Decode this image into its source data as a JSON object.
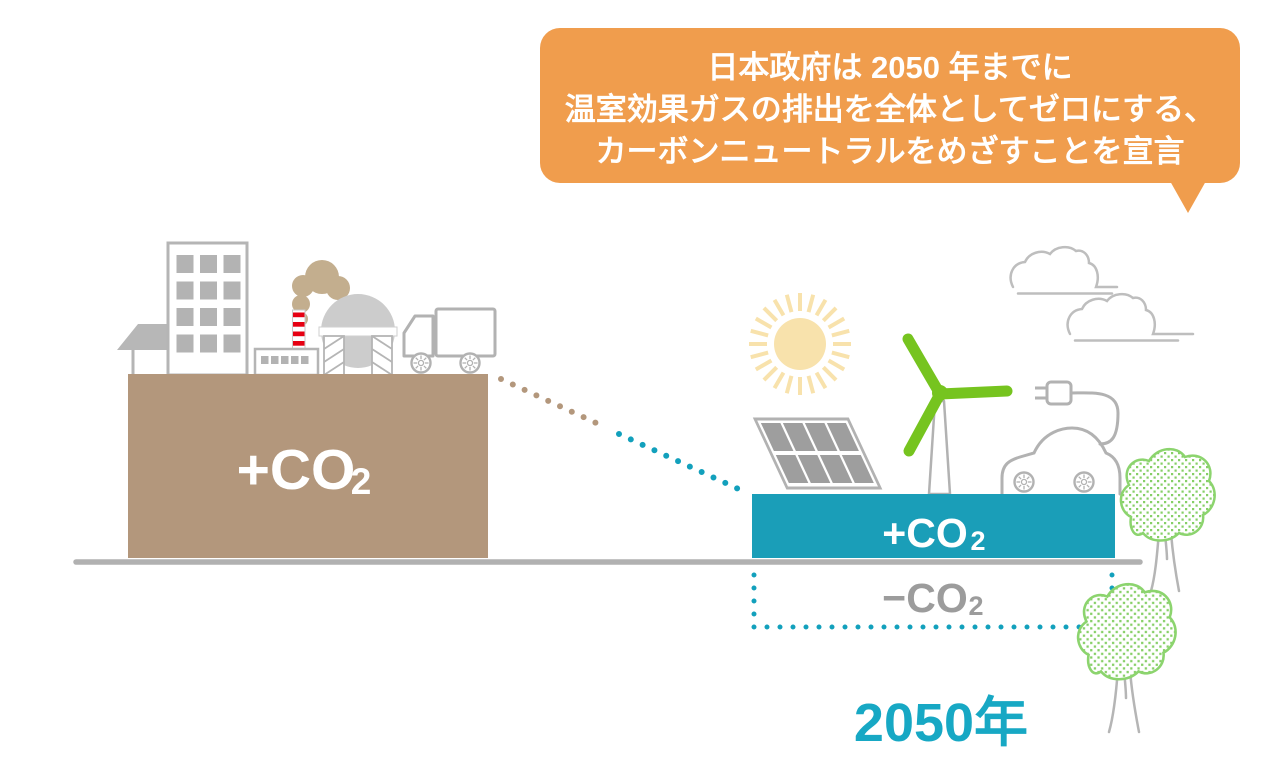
{
  "speech_bubble": {
    "lines": [
      "日本政府は 2050 年までに",
      "温室効果ガスの排出を全体としてゼロにする、",
      "カーボンニュートラルをめざすことを宣言"
    ]
  },
  "labels": {
    "left_emission_main": "+CO",
    "left_emission_sub": "2",
    "right_emission_main": "+CO",
    "right_emission_sub": "2",
    "removal_main": "−CO",
    "removal_sub": "2",
    "year": "2050年"
  },
  "icons": [
    "house",
    "office-building",
    "factory-chimney-with-smoke",
    "gas-tank",
    "truck",
    "sun",
    "solar-panel",
    "wind-turbine",
    "electric-car-with-plug",
    "cloud",
    "cloud",
    "tree",
    "tree"
  ],
  "colors": {
    "bubble_orange": "#F09D4D",
    "emission_block_brown": "#B3977C",
    "emission_block_teal": "#1A9EB8",
    "dotted_line_brown": "#B3977C",
    "dotted_line_teal": "#12A0BC",
    "minus_co2_gray": "#9C9C9C",
    "year_teal": "#17A8C4",
    "turbine_green": "#76C41F",
    "tree_green": "#86CF66",
    "sun_cream": "#F8E2AC",
    "outline_gray": "#B2B2B2",
    "ground_gray": "#B1B1B1",
    "chimney_red": "#E60012",
    "smoke_tan": "#C3AE8E"
  }
}
